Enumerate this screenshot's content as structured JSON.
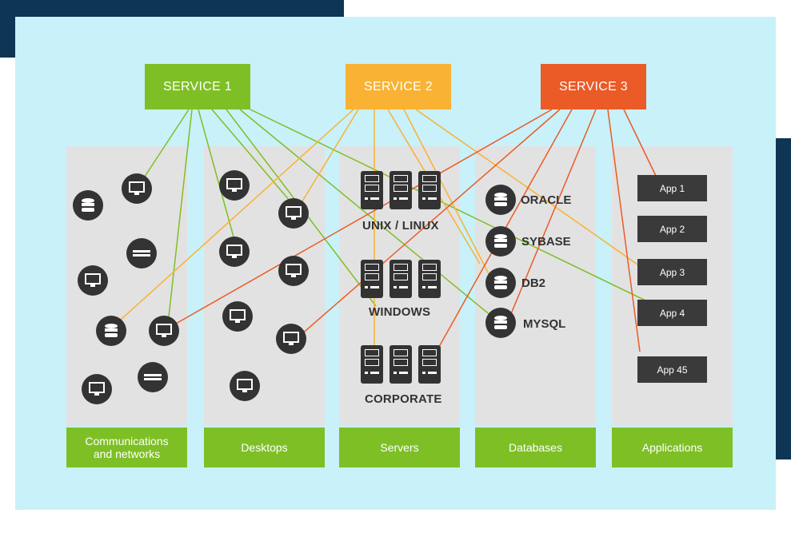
{
  "services": {
    "s1": {
      "label": "SERVICE 1",
      "color": "#7ebf26"
    },
    "s2": {
      "label": "SERVICE 2",
      "color": "#f9b233"
    },
    "s3": {
      "label": "SERVICE 3",
      "color": "#ea5b27"
    }
  },
  "columns": {
    "communications": "Communications\nand networks",
    "desktops": "Desktops",
    "servers": "Servers",
    "databases": "Databases",
    "applications": "Applications"
  },
  "server_groups": [
    "UNIX / LINUX",
    "WINDOWS",
    "CORPORATE"
  ],
  "databases": [
    "ORACLE",
    "SYBASE",
    "DB2",
    "MYSQL"
  ],
  "apps": [
    "App 1",
    "App 2",
    "App 3",
    "App 4",
    "App 45"
  ],
  "colors": {
    "panel": "#c8f1f9",
    "column": "#e2e2e2",
    "column_label": "#7ebf26",
    "icon": "#333333",
    "corner": "#0e3553"
  }
}
